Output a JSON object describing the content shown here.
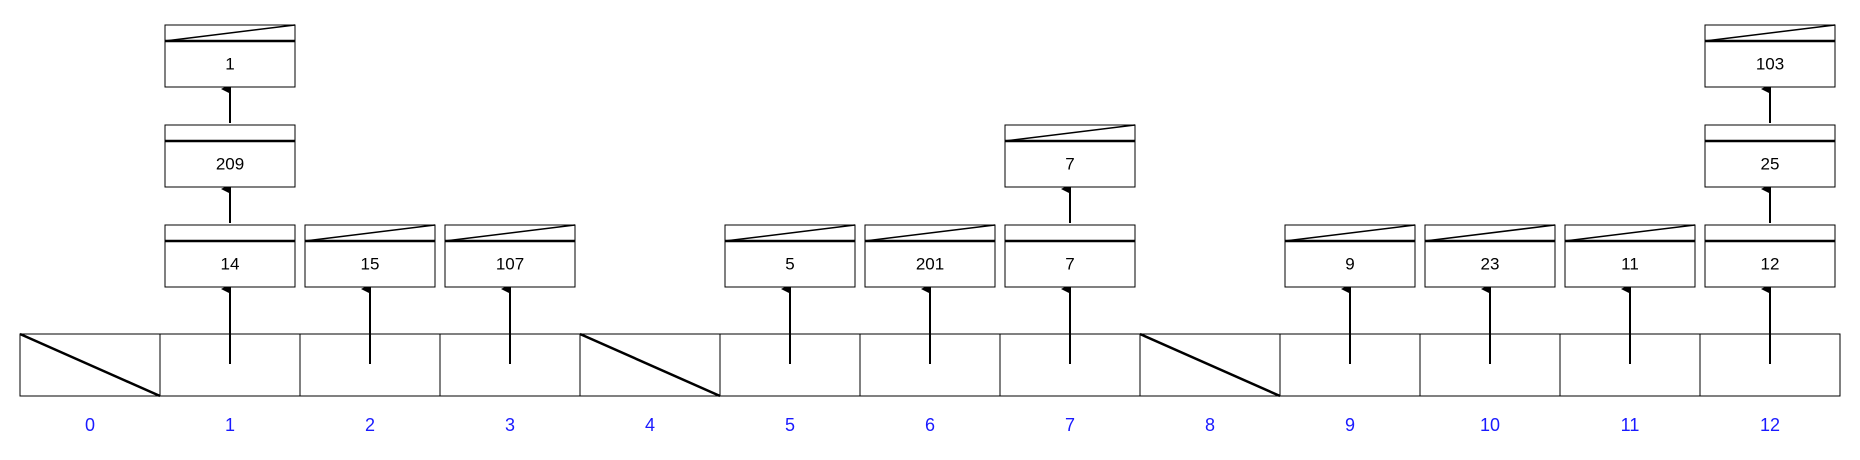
{
  "colors": {
    "index_label": "#1a1aff",
    "stroke": "#000000",
    "fill": "#ffffff"
  },
  "hash_table": {
    "slots": [
      {
        "index": "0",
        "chain": []
      },
      {
        "index": "1",
        "chain": [
          "14",
          "209",
          "1"
        ]
      },
      {
        "index": "2",
        "chain": [
          "15"
        ]
      },
      {
        "index": "3",
        "chain": [
          "107"
        ]
      },
      {
        "index": "4",
        "chain": []
      },
      {
        "index": "5",
        "chain": [
          "5"
        ]
      },
      {
        "index": "6",
        "chain": [
          "201"
        ]
      },
      {
        "index": "7",
        "chain": [
          "7",
          "7"
        ]
      },
      {
        "index": "8",
        "chain": []
      },
      {
        "index": "9",
        "chain": [
          "9"
        ]
      },
      {
        "index": "10",
        "chain": [
          "23"
        ]
      },
      {
        "index": "11",
        "chain": [
          "11"
        ]
      },
      {
        "index": "12",
        "chain": [
          "12",
          "25",
          "103"
        ]
      }
    ]
  }
}
